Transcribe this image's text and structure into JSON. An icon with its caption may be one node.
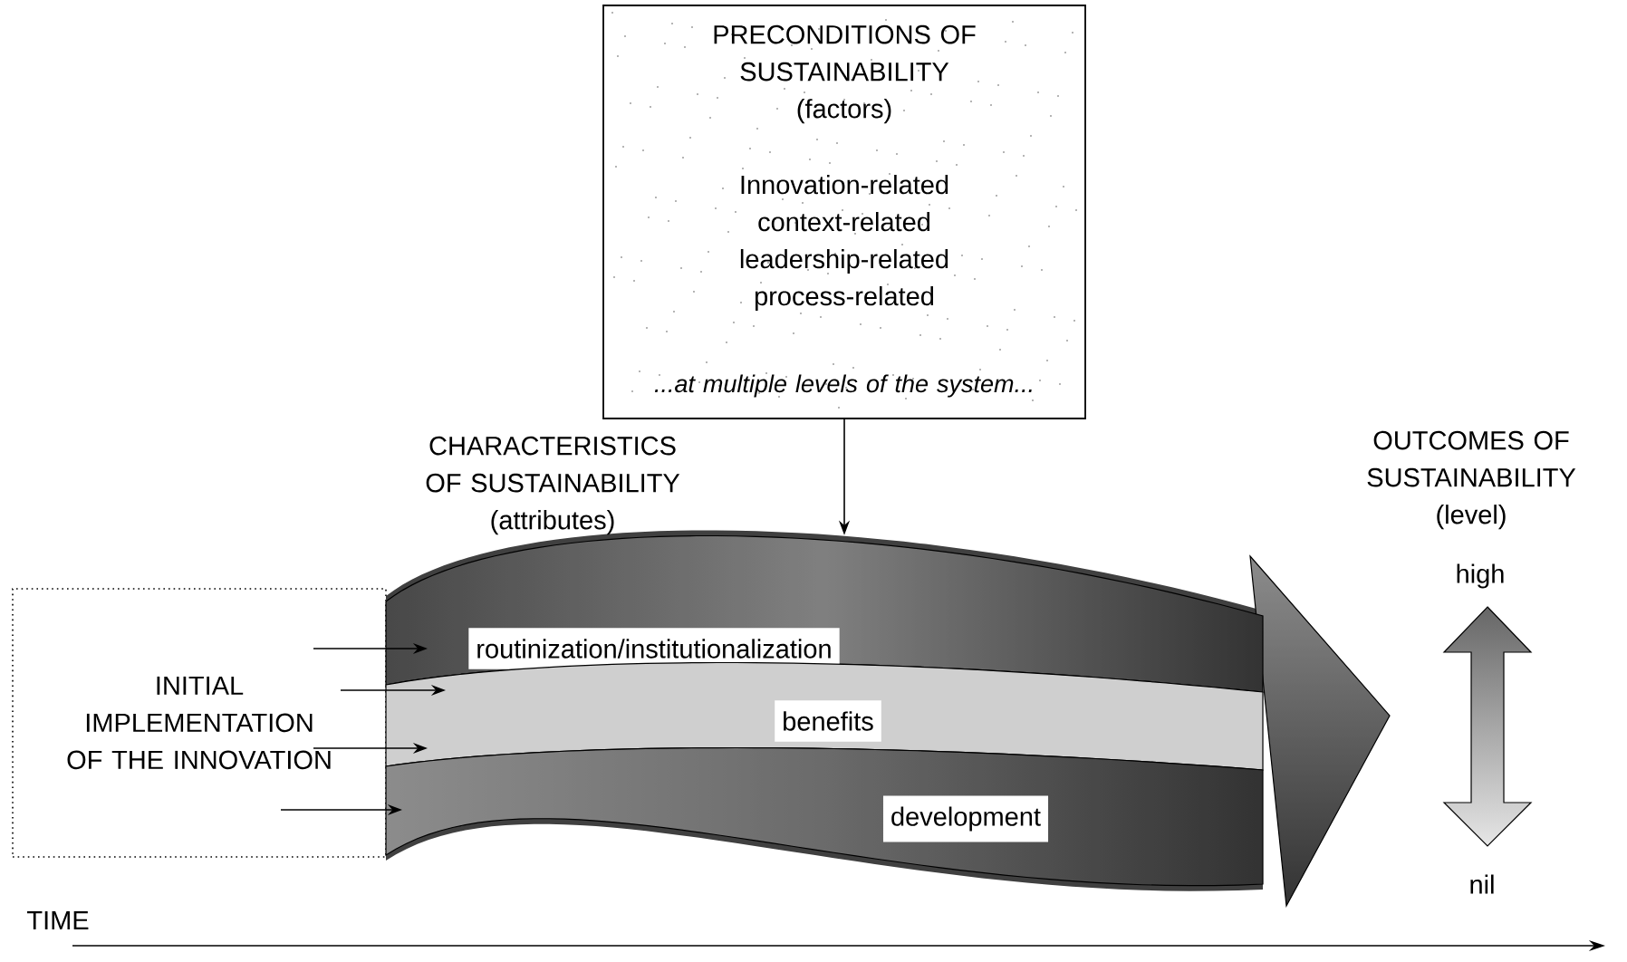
{
  "diagram": {
    "nodes": [
      {
        "text": [
          "PRECONDITIONS OF SUSTAINABILITY (factors)",
          "Innovation-related context-related leadership-related process-related",
          "...at multiple levels of the system..."
        ]
      },
      {
        "text": [
          "INITIAL IMPLEMENTATION OF THE INNOVATION"
        ]
      },
      {
        "text": [
          "CHARACTERISTICS OF SUSTAINABILITY (attributes)"
        ]
      },
      {
        "text": [
          "routinization/institutionalization"
        ],
        "in": 2
      },
      {
        "text": [
          "benefits"
        ],
        "in": 2
      },
      {
        "text": [
          "development"
        ],
        "in": 2
      }
    ],
    "edges": [
      {
        "from": 0,
        "to": 2,
        "arrow": "to"
      },
      {
        "from": 1,
        "to": 3,
        "arrow": "to"
      },
      {
        "from": 1,
        "to": 4,
        "arrow": "to"
      },
      {
        "from": 1,
        "to": 4,
        "arrow": "to"
      },
      {
        "from": 1,
        "to": 5,
        "arrow": "to"
      }
    ],
    "labels": [
      "OUTCOMES OF SUSTAINABILITY (level)",
      "high",
      "nil",
      "TIME"
    ]
  }
}
